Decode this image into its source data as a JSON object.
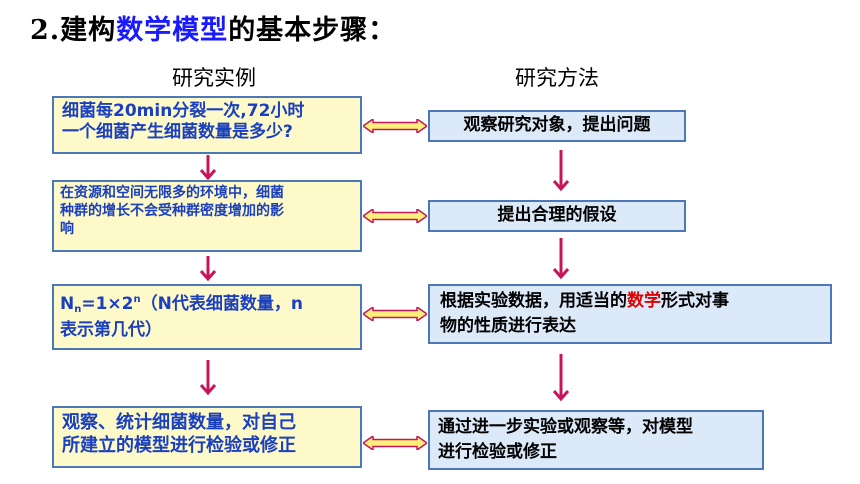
{
  "title": {
    "prefix": "2.建构",
    "highlight": "数学模型",
    "suffix": "的基本步骤："
  },
  "headers": {
    "left": "研究实例",
    "right": "研究方法"
  },
  "left_steps": [
    {
      "lines": [
        "细菌每20min分裂一次,72小时",
        "一个细菌产生细菌数量是多少?"
      ]
    },
    {
      "lines": [
        "在资源和空间无限多的环境中，细菌",
        "种群的增长不会受种群密度增加的影",
        "响"
      ]
    },
    {
      "formula_parts": {
        "n": "N",
        "sub": "n",
        "mid": "=1×2",
        "sup": "n",
        "rest": "（N代表细菌数量，n"
      },
      "line2": "表示第几代）"
    },
    {
      "lines": [
        "观察、统计细菌数量，对自己",
        "所建立的模型进行检验或修正"
      ]
    }
  ],
  "right_steps": [
    {
      "text": "观察研究对象，提出问题"
    },
    {
      "text": "提出合理的假设"
    },
    {
      "line1_a": "根据实验数据，用适当的",
      "line1_b": "数学",
      "line1_c": "形式对事",
      "line2": "物的性质进行表达"
    },
    {
      "lines": [
        "通过进一步实验或观察等，对模型",
        "进行检验或修正"
      ]
    }
  ],
  "colors": {
    "left_fill": "#fdf9c8",
    "right_fill": "#dce9f8",
    "border": "#4a78b8",
    "arrow": "#c8145a",
    "highlight": "#1a1aff"
  }
}
